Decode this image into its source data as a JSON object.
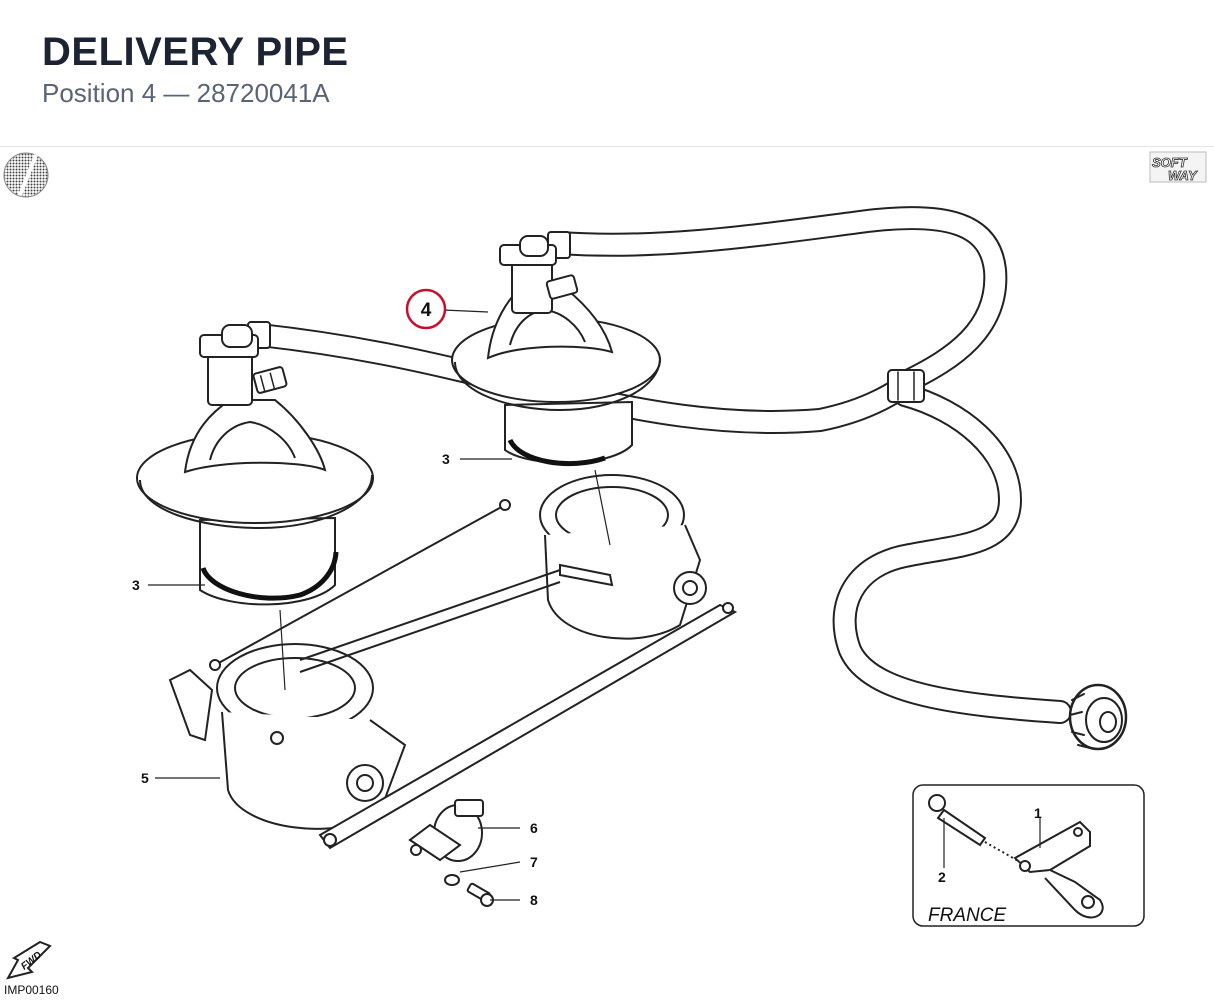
{
  "header": {
    "title": "DELIVERY PIPE",
    "subtitle": "Position 4 — 28720041A"
  },
  "diagram": {
    "highlight_color": "#c8102e",
    "highlighted_callout": "4",
    "callouts": {
      "c1": "1",
      "c2": "2",
      "c3a": "3",
      "c3b": "3",
      "c4": "4",
      "c5": "5",
      "c6": "6",
      "c7": "7",
      "c8": "8"
    },
    "inset_label": "FRANCE",
    "image_code": "IMP00160",
    "logo_top": "SOFT",
    "logo_bottom": "WAY",
    "fwd_label": "FWD"
  }
}
